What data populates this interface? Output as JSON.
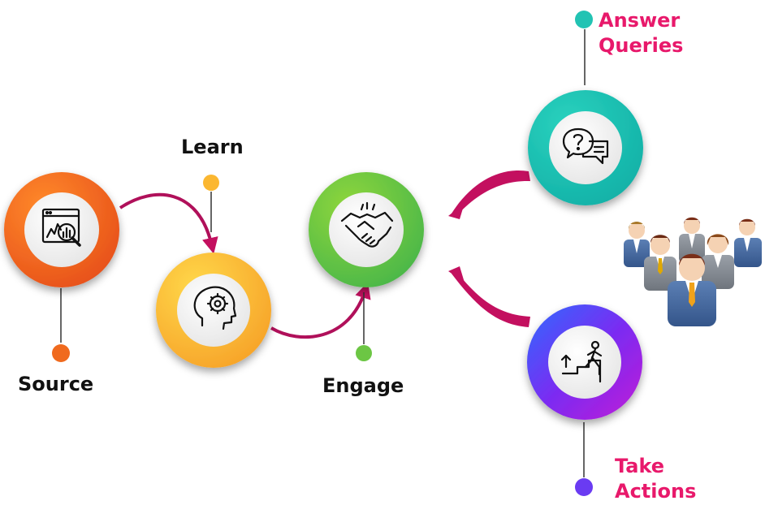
{
  "diagram": {
    "stages": [
      {
        "key": "source",
        "label": "Source",
        "icon": "analytics-magnifier-icon",
        "color": "#f06a1e"
      },
      {
        "key": "learn",
        "label": "Learn",
        "icon": "brain-gear-icon",
        "color": "#fbb731"
      },
      {
        "key": "engage",
        "label": "Engage",
        "icon": "handshake-icon",
        "color": "#6cc644"
      },
      {
        "key": "answer",
        "label_lines": [
          "Answer",
          "Queries"
        ],
        "icon": "question-chat-icon",
        "color": "#22c3b3"
      },
      {
        "key": "actions",
        "label_lines": [
          "Take",
          "Actions"
        ],
        "icon": "climbing-steps-icon",
        "color": "#6a3bf2"
      }
    ],
    "accent_color": "#c3105f",
    "people_icon": "business-team-icon"
  }
}
